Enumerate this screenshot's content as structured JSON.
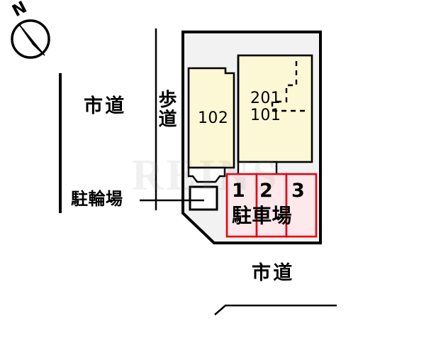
{
  "figure": {
    "kind": "site-layout-plan",
    "watermark_text": "REINS"
  },
  "compass": {
    "north_label": "N"
  },
  "roads": {
    "west_label": "市道",
    "south_label": "市道",
    "sidewalk_label": "歩道"
  },
  "facilities": {
    "bicycle_parking_label": "駐輪場",
    "parking_lot_label": "駐車場"
  },
  "building": {
    "units": [
      {
        "label": "102"
      },
      {
        "label": "201"
      },
      {
        "label": "101"
      }
    ]
  },
  "parking_stalls": [
    {
      "label": "1"
    },
    {
      "label": "2"
    },
    {
      "label": "3"
    }
  ],
  "colors": {
    "building_fill": "#FCF7D5",
    "building_stroke": "#000000",
    "site_fill": "#F2F2F2",
    "site_stroke": "#000000",
    "stall_fill": "#FDE8EC",
    "stall_stroke": "#E60012",
    "road_line": "#000000"
  }
}
